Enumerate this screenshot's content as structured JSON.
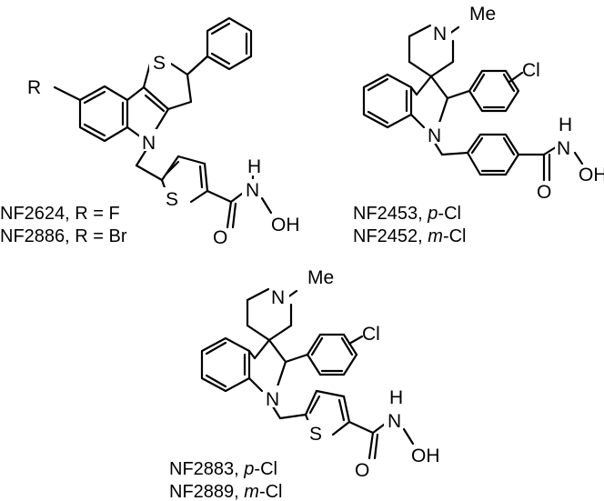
{
  "compounds": [
    {
      "atoms": {
        "r": "R",
        "s_ring": "S",
        "n": "N",
        "s_thio": "S",
        "nh": "N",
        "h": "H",
        "o": "O",
        "oh": "OH"
      },
      "captions": [
        {
          "code": "NF2624,",
          "text": " R = F"
        },
        {
          "code": "NF2886,",
          "text": " R = Br"
        }
      ]
    },
    {
      "atoms": {
        "me": "Me",
        "n_pip": "N",
        "cl": "Cl",
        "n": "N",
        "nh": "N",
        "h": "H",
        "o": "O",
        "oh": "OH"
      },
      "captions": [
        {
          "code": "NF2453,",
          "sub": "p",
          "tail": "-Cl"
        },
        {
          "code": "NF2452,",
          "sub": "m",
          "tail": "-Cl"
        }
      ]
    },
    {
      "atoms": {
        "me": "Me",
        "n_pip": "N",
        "cl": "Cl",
        "n": "N",
        "s_thio": "S",
        "nh": "N",
        "h": "H",
        "o": "O",
        "oh": "OH"
      },
      "captions": [
        {
          "code": "NF2883,",
          "sub": "p",
          "tail": "-Cl"
        },
        {
          "code": "NF2889,",
          "sub": "m",
          "tail": "-Cl"
        }
      ]
    }
  ]
}
